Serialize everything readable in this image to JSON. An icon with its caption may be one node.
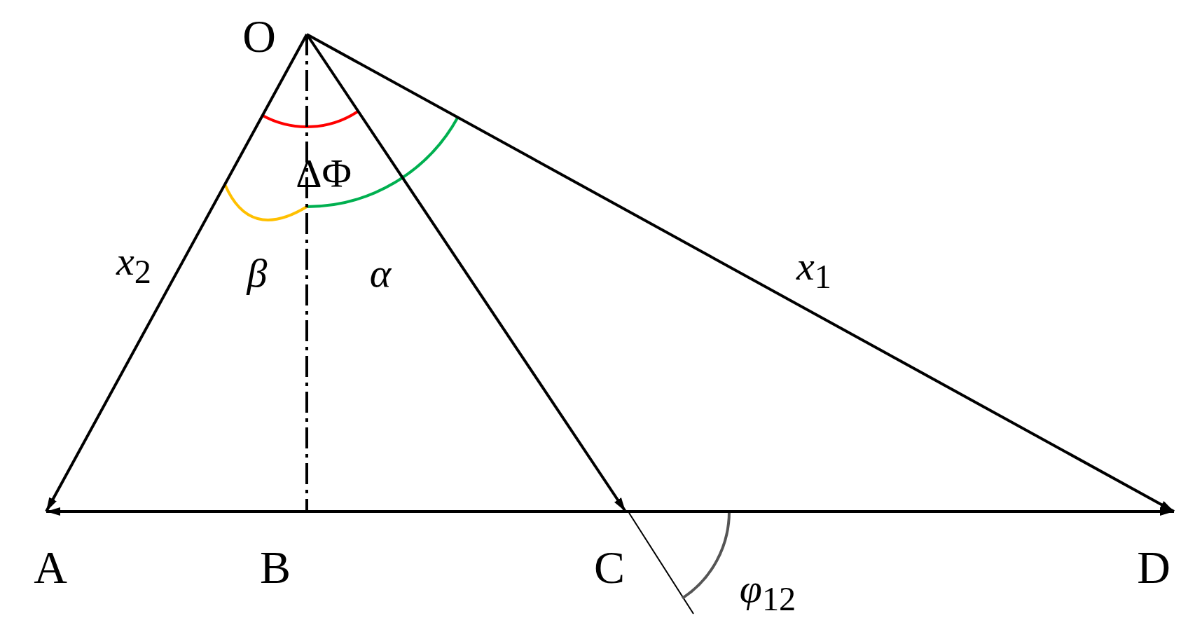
{
  "diagram": {
    "nodes": [
      {
        "text": [
          "O"
        ]
      },
      {
        "text": [
          "A"
        ]
      },
      {
        "text": [
          "B"
        ]
      },
      {
        "text": [
          "C"
        ]
      },
      {
        "text": [
          "D"
        ]
      }
    ],
    "edges": [
      {
        "from": 0,
        "to": 1,
        "arrow": "to"
      },
      {
        "from": 0,
        "to": 3,
        "arrow": "to"
      },
      {
        "from": 0,
        "to": 4,
        "arrow": "to"
      },
      {
        "from": 0,
        "to": 2,
        "arrow": "none",
        "style": "dashed"
      },
      {
        "from": 1,
        "to": 4,
        "arrow": "both"
      }
    ],
    "labels": [
      "ΔΦ",
      "*x*$_{2}$",
      "*β*",
      "*α*",
      "*x*$_{1}$",
      "*φ*$_{12}$"
    ]
  }
}
